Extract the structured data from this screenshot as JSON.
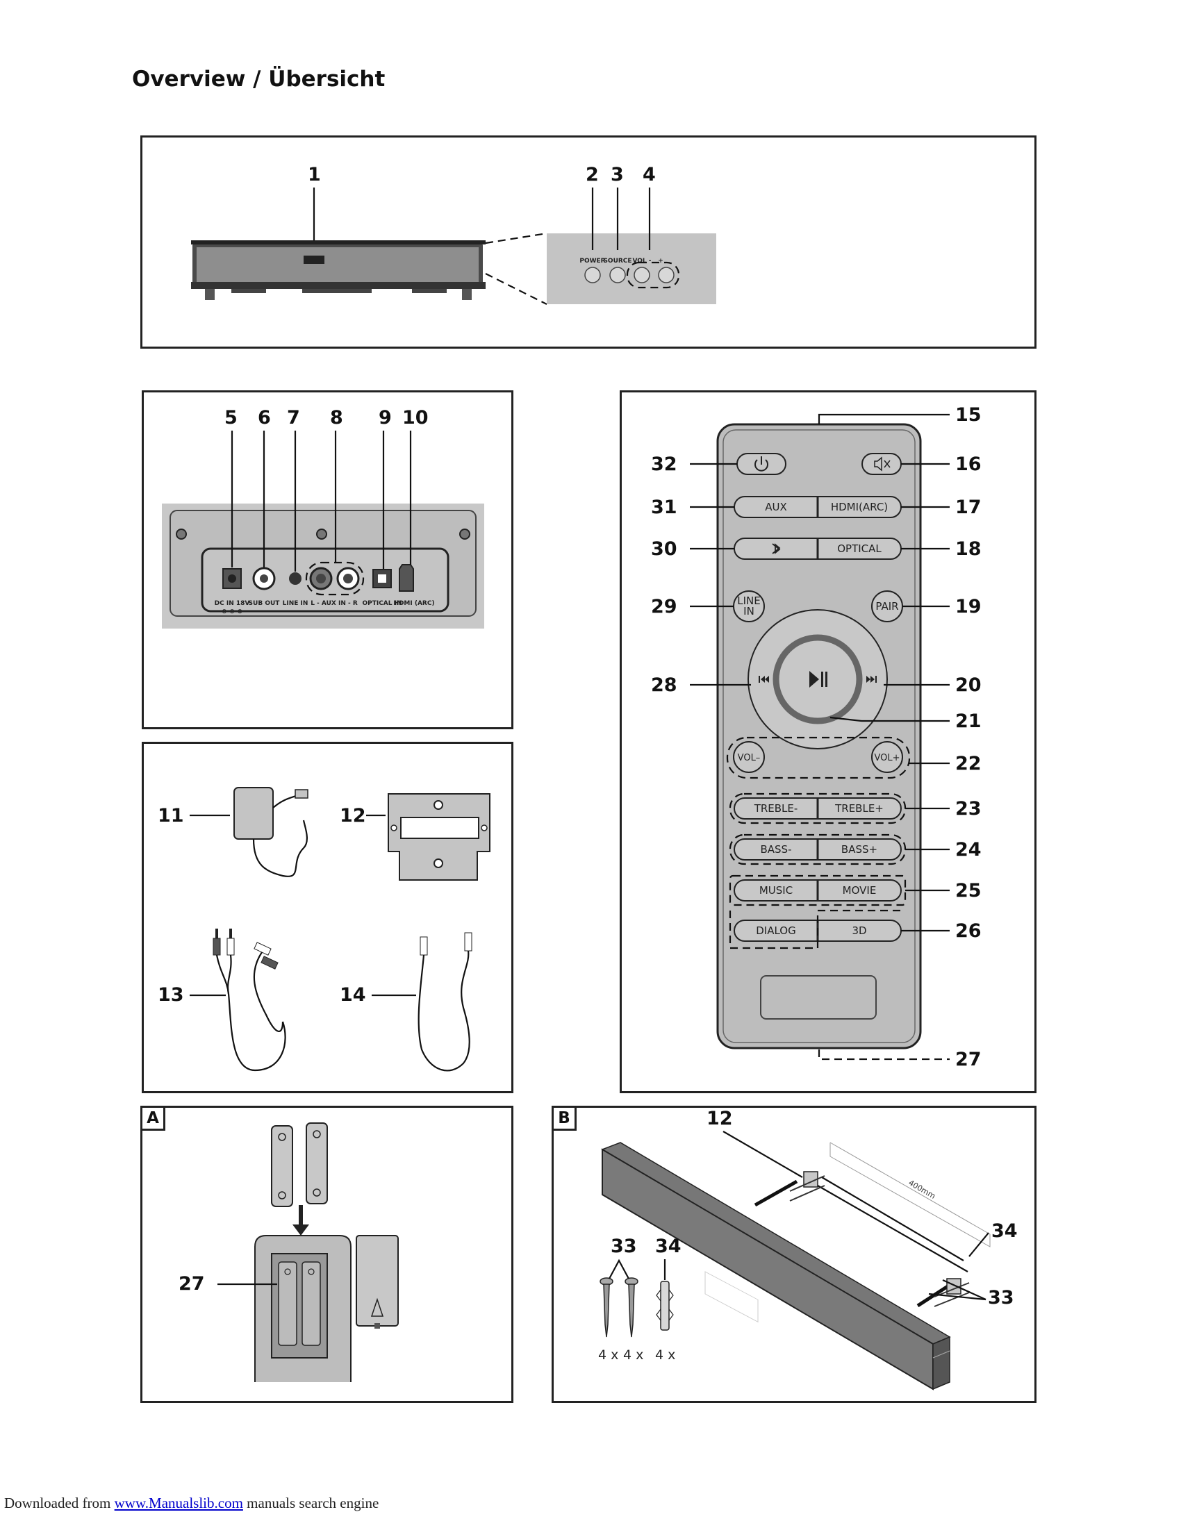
{
  "page": {
    "title": "Overview / Übersicht",
    "footer": {
      "prefix": "Downloaded from ",
      "link": "www.Manualslib.com",
      "suffix": " manuals search engine"
    }
  },
  "soundbar_front": {
    "callouts": [
      "1",
      "2",
      "3",
      "4"
    ],
    "panel_labels": [
      "POWER",
      "SOURCE",
      "VOL -",
      "+"
    ]
  },
  "rear_panel": {
    "callouts": [
      "5",
      "6",
      "7",
      "8",
      "9",
      "10"
    ],
    "port_labels": [
      "DC IN 18V",
      "SUB OUT",
      "LINE IN",
      "L - AUX IN - R",
      "OPTICAL IN",
      "HDMI (ARC)"
    ],
    "polarity_glyph": "⊖-⊙-⊕"
  },
  "accessories": {
    "callouts": [
      "11",
      "12",
      "13",
      "14"
    ]
  },
  "remote": {
    "callouts": {
      "left": [
        "32",
        "31",
        "30",
        "29",
        "28"
      ],
      "right": [
        "15",
        "16",
        "17",
        "18",
        "19",
        "20",
        "21",
        "22",
        "23",
        "24",
        "25",
        "26",
        "27"
      ]
    },
    "buttons": {
      "aux": "AUX",
      "hdmi": "HDMI(ARC)",
      "optical": "OPTICAL",
      "line_in_1": "LINE",
      "line_in_2": "IN",
      "pair": "PAIR",
      "vol_minus": "VOL–",
      "vol_plus": "VOL+",
      "treble_minus": "TREBLE-",
      "treble_plus": "TREBLE+",
      "bass_minus": "BASS-",
      "bass_plus": "BASS+",
      "music": "MUSIC",
      "movie": "MOVIE",
      "dialog": "DIALOG",
      "three_d": "3D"
    },
    "icons": [
      "power-icon",
      "mute-icon",
      "bluetooth-icon",
      "prev-track-icon",
      "play-pause-icon",
      "next-track-icon"
    ]
  },
  "panel_a": {
    "tag": "A",
    "callouts": [
      "27"
    ]
  },
  "panel_b": {
    "tag": "B",
    "callouts": {
      "bracket": "12",
      "dowel_top": "34",
      "screws_right": "33",
      "screws_left": "33",
      "dowel_left": "34"
    },
    "dimension": "400mm",
    "qty_screw_1": "4 x",
    "qty_screw_2": "4 x",
    "qty_dowel": "4 x"
  },
  "colors": {
    "device_gray": "#8a8a8a",
    "panel_gray": "#c4c4c4",
    "remote_body": "#bdbdbd",
    "line": "#111111",
    "link": "#0000cc"
  }
}
